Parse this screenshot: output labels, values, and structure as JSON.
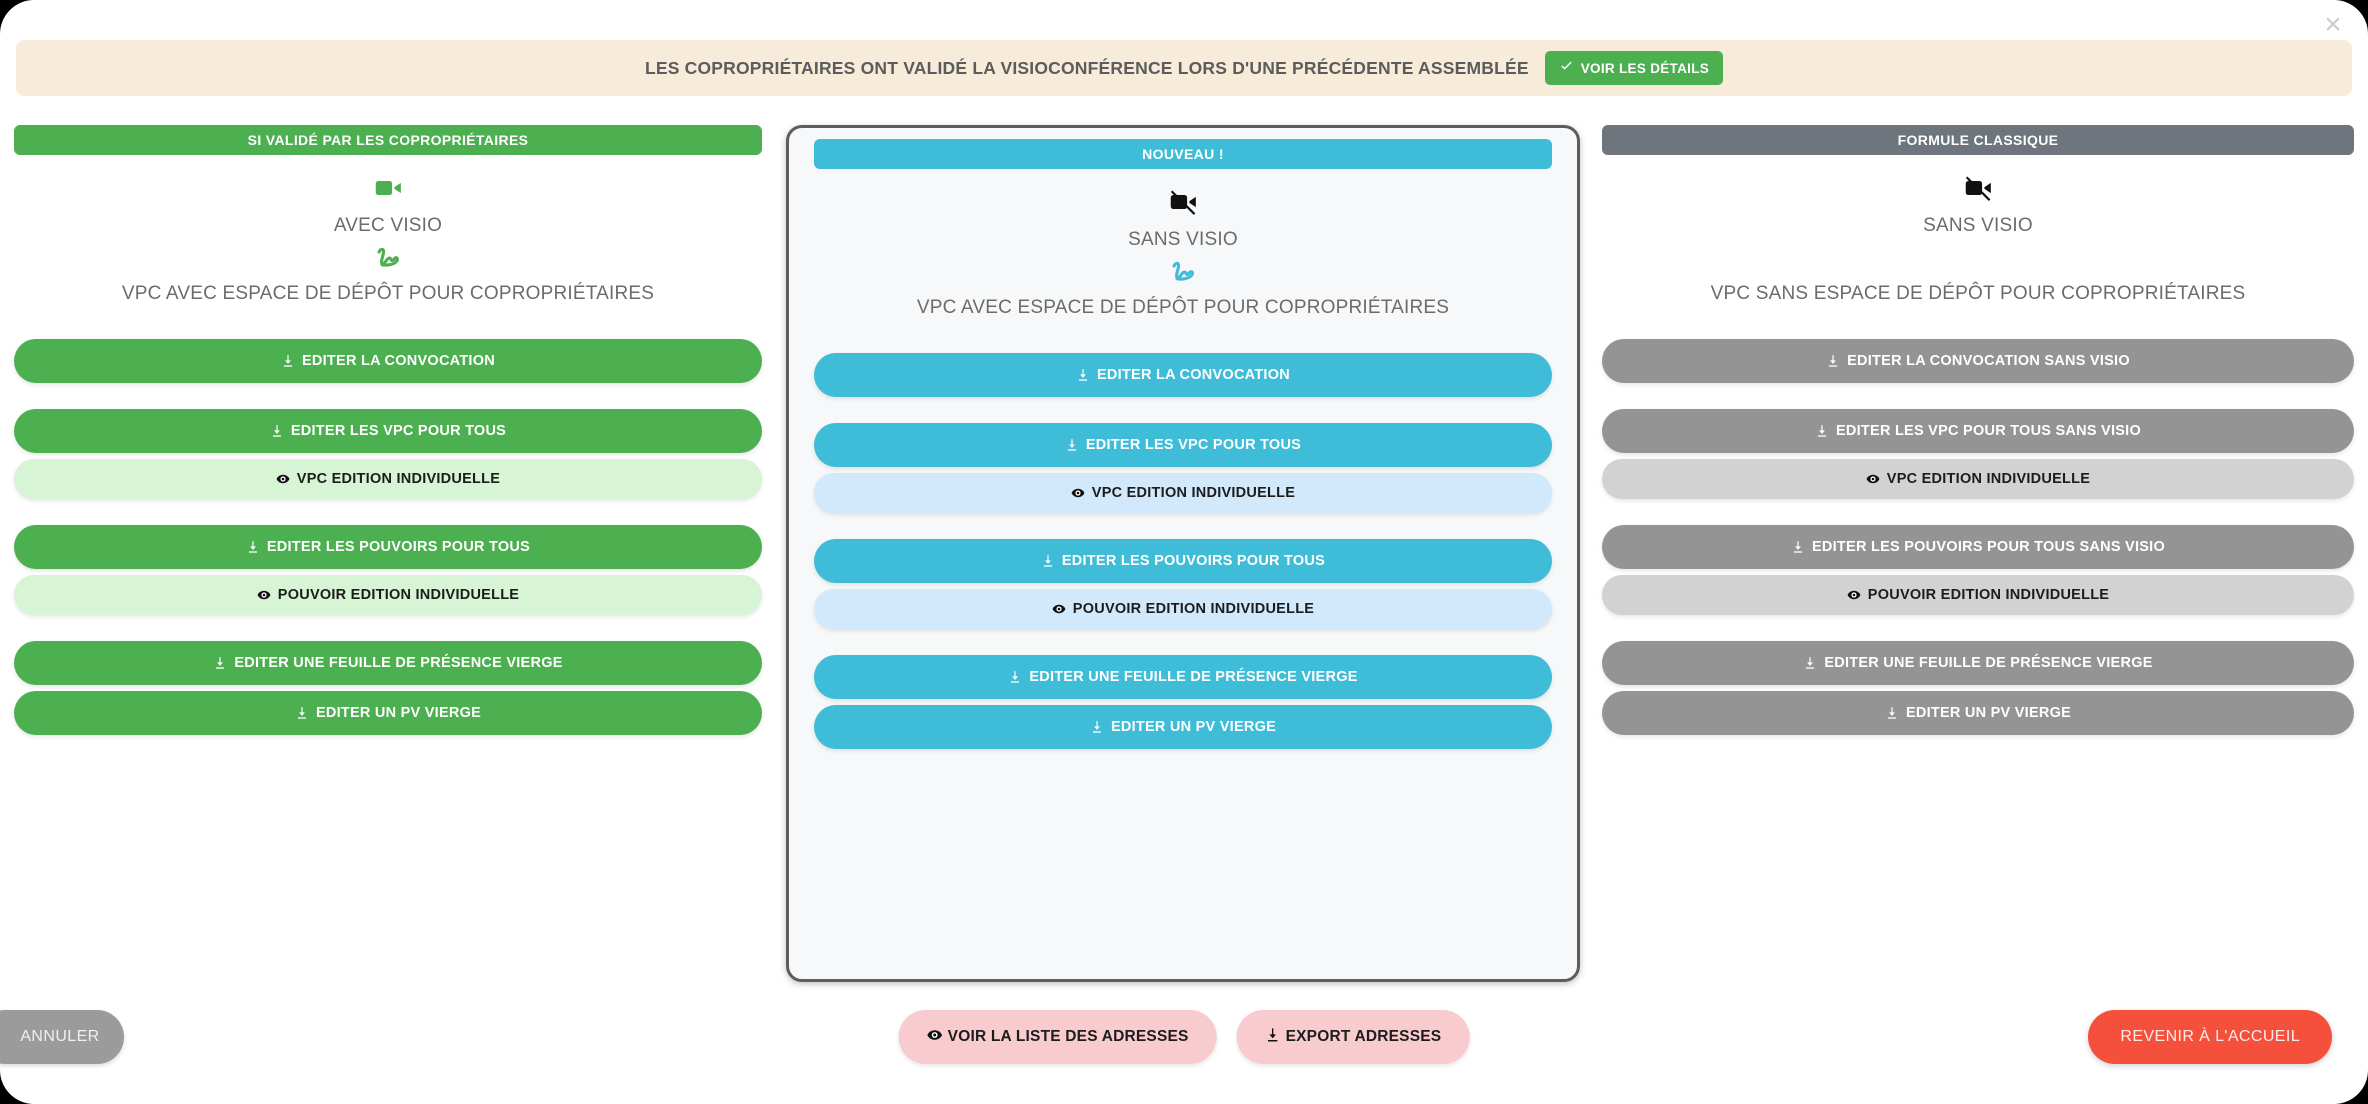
{
  "close_label": "×",
  "notice": {
    "text": "LES COPROPRIÉTAIRES ONT VALIDÉ LA VISIOCONFÉRENCE LORS D'UNE PRÉCÉDENTE ASSEMBLÉE",
    "button_label": "VOIR LES DÉTAILS",
    "button_icon": "check-icon",
    "background": "#f7ebd9",
    "button_color": "#4caf50"
  },
  "columns": [
    {
      "id": "left",
      "header": "SI VALIDÉ PAR LES COPROPRIÉTAIRES",
      "header_color": "#4caf50",
      "accent": "#4caf50",
      "soft": "#d7f4d4",
      "visio_icon": "video-camera-icon",
      "visio_icon_color": "#4caf50",
      "visio_label": "AVEC VISIO",
      "signature_icon": "signature-icon",
      "signature_icon_color": "#4caf50",
      "has_signature_icon": true,
      "vpc_label": "VPC AVEC ESPACE DE DÉPÔT POUR COPROPRIÉTAIRES",
      "groups": [
        [
          {
            "label": "EDITER LA CONVOCATION",
            "icon": "download-icon",
            "style": "solid",
            "size": "tall"
          }
        ],
        [
          {
            "label": "EDITER LES VPC POUR TOUS",
            "icon": "download-icon",
            "style": "solid",
            "size": "tall"
          },
          {
            "label": "VPC EDITION INDIVIDUELLE",
            "icon": "eye-icon",
            "style": "soft",
            "size": "short"
          }
        ],
        [
          {
            "label": "EDITER LES POUVOIRS POUR TOUS",
            "icon": "download-icon",
            "style": "solid",
            "size": "tall"
          },
          {
            "label": "POUVOIR EDITION INDIVIDUELLE",
            "icon": "eye-icon",
            "style": "soft",
            "size": "short"
          }
        ],
        [
          {
            "label": "EDITER UNE FEUILLE DE PRÉSENCE VIERGE",
            "icon": "download-icon",
            "style": "solid",
            "size": "tall"
          },
          {
            "label": "EDITER UN PV VIERGE",
            "icon": "download-icon",
            "style": "solid",
            "size": "tall"
          }
        ]
      ]
    },
    {
      "id": "mid",
      "header": "NOUVEAU !",
      "header_color": "#3fbdd8",
      "accent": "#3fbdd8",
      "soft": "#d2e8fb",
      "visio_icon": "video-camera-slash-icon",
      "visio_icon_color": "#111111",
      "visio_label": "SANS VISIO",
      "signature_icon": "signature-icon",
      "signature_icon_color": "#3fbdd8",
      "has_signature_icon": true,
      "vpc_label": "VPC AVEC ESPACE DE DÉPÔT POUR COPROPRIÉTAIRES",
      "groups": [
        [
          {
            "label": "EDITER LA CONVOCATION",
            "icon": "download-icon",
            "style": "solid",
            "size": "tall"
          }
        ],
        [
          {
            "label": "EDITER LES VPC POUR TOUS",
            "icon": "download-icon",
            "style": "solid",
            "size": "tall"
          },
          {
            "label": "VPC EDITION INDIVIDUELLE",
            "icon": "eye-icon",
            "style": "soft",
            "size": "short"
          }
        ],
        [
          {
            "label": "EDITER LES POUVOIRS POUR TOUS",
            "icon": "download-icon",
            "style": "solid",
            "size": "tall"
          },
          {
            "label": "POUVOIR EDITION INDIVIDUELLE",
            "icon": "eye-icon",
            "style": "soft",
            "size": "short"
          }
        ],
        [
          {
            "label": "EDITER UNE FEUILLE DE PRÉSENCE VIERGE",
            "icon": "download-icon",
            "style": "solid",
            "size": "tall"
          },
          {
            "label": "EDITER UN PV VIERGE",
            "icon": "download-icon",
            "style": "solid",
            "size": "tall"
          }
        ]
      ]
    },
    {
      "id": "right",
      "header": "FORMULE CLASSIQUE",
      "header_color": "#6e757c",
      "accent": "#949494",
      "soft": "#d2d2d2",
      "visio_icon": "video-camera-slash-icon",
      "visio_icon_color": "#111111",
      "visio_label": "SANS VISIO",
      "signature_icon": "",
      "signature_icon_color": "",
      "has_signature_icon": false,
      "vpc_label": "VPC SANS ESPACE DE DÉPÔT POUR COPROPRIÉTAIRES",
      "groups": [
        [
          {
            "label": "EDITER LA CONVOCATION SANS VISIO",
            "icon": "download-icon",
            "style": "solid",
            "size": "tall"
          }
        ],
        [
          {
            "label": "EDITER LES VPC POUR TOUS SANS VISIO",
            "icon": "download-icon",
            "style": "solid",
            "size": "tall"
          },
          {
            "label": "VPC EDITION INDIVIDUELLE",
            "icon": "eye-icon",
            "style": "soft",
            "size": "short"
          }
        ],
        [
          {
            "label": "EDITER LES POUVOIRS POUR TOUS SANS VISIO",
            "icon": "download-icon",
            "style": "solid",
            "size": "tall"
          },
          {
            "label": "POUVOIR EDITION INDIVIDUELLE",
            "icon": "eye-icon",
            "style": "soft",
            "size": "short"
          }
        ],
        [
          {
            "label": "EDITER UNE FEUILLE DE PRÉSENCE VIERGE",
            "icon": "download-icon",
            "style": "solid",
            "size": "tall"
          },
          {
            "label": "EDITER UN PV VIERGE",
            "icon": "download-icon",
            "style": "solid",
            "size": "tall"
          }
        ]
      ]
    }
  ],
  "footer": {
    "cancel_label": "ANNULER",
    "cancel_color": "#9b9b9b",
    "address_buttons": [
      {
        "label": "VOIR LA LISTE DES ADRESSES",
        "icon": "eye-icon"
      },
      {
        "label": "EXPORT ADRESSES",
        "icon": "download-icon"
      }
    ],
    "address_button_color": "#f8ccce",
    "home_label": "REVENIR À L'ACCUEIL",
    "home_color": "#f4503c"
  }
}
